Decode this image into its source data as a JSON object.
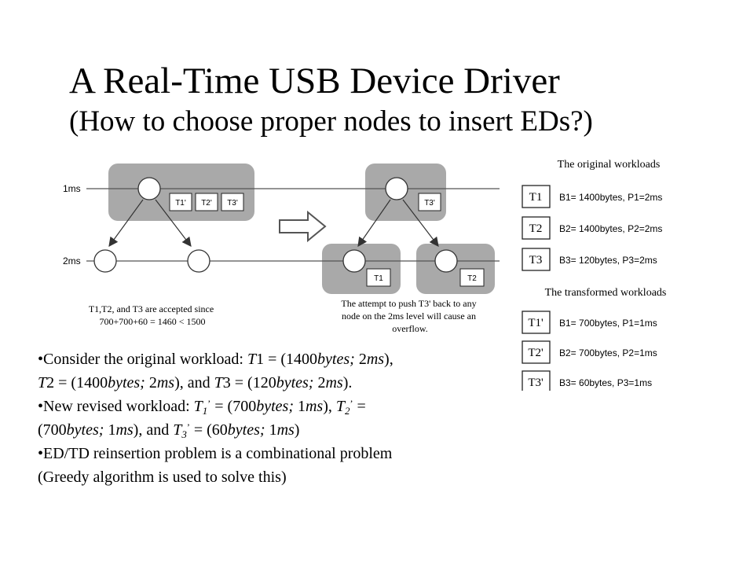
{
  "title": {
    "line1": "A Real-Time USB Device Driver",
    "line2": "(How to choose proper nodes to insert EDs?)"
  },
  "diagram": {
    "level_1ms": "1ms",
    "level_2ms": "2ms",
    "left_tasks": [
      "T1'",
      "T2'",
      "T3'"
    ],
    "right_top_task": "T3'",
    "right_left_task": "T1",
    "right_right_task": "T2",
    "left_caption": [
      "T1,T2, and T3 are accepted since",
      "700+700+60 = 1460 < 1500"
    ],
    "right_caption": [
      "The attempt to push T3' back to any",
      "node on the 2ms level will cause an",
      "overflow."
    ]
  },
  "workloads": {
    "original_title": "The original workloads",
    "original": [
      {
        "task": "T1",
        "desc": "B1= 1400bytes, P1=2ms"
      },
      {
        "task": "T2",
        "desc": "B2= 1400bytes, P2=2ms"
      },
      {
        "task": "T3",
        "desc": "B3= 120bytes, P3=2ms"
      }
    ],
    "transformed_title": "The transformed workloads",
    "transformed": [
      {
        "task": "T1'",
        "desc": "B1= 700bytes, P1=1ms"
      },
      {
        "task": "T2'",
        "desc": "B2= 700bytes, P2=1ms"
      },
      {
        "task": "T3'",
        "desc": "B3= 60bytes, P3=1ms"
      }
    ]
  },
  "bullets": {
    "b1": {
      "bullet": "•",
      "pre": "Consider the original workload: ",
      "t1": "T",
      "t1n": "1 = (1400",
      "t1u": "bytes;",
      "t1v": " 2",
      "t1ms": "ms",
      "t1end": "),",
      "t2": "T",
      "t2n": "2 = (1400",
      "t2u": "bytes;",
      "t2v": " 2",
      "t2ms": "ms",
      "t2end": "), and ",
      "t3": "T",
      "t3n": "3 = (120",
      "t3u": "bytes;",
      "t3v": " 2",
      "t3ms": "ms",
      "t3end": ")."
    },
    "b2": {
      "bullet": "•",
      "pre": "New revised workload: ",
      "t1": "T",
      "s1": "1",
      "q1": "’",
      "v1a": " = (700",
      "u1": "bytes;",
      "v1b": " 1",
      "m1": "ms",
      "e1": "), ",
      "t2": "T",
      "s2": "2",
      "q2": "’",
      "v2a": " =",
      "v2b": "(700",
      "u2": "bytes;",
      "v2c": " 1",
      "m2": "ms",
      "e2": "), and ",
      "t3": "T",
      "s3": "3",
      "q3": "’",
      "v3a": " = (60",
      "u3": "bytes;",
      "v3b": " 1",
      "m3": "ms",
      "e3": ")"
    },
    "b3": {
      "bullet": "•",
      "line1": "ED/TD reinsertion problem is a combinational problem",
      "line2": "(Greedy algorithm is used to solve this)"
    }
  },
  "colors": {
    "group_fill": "#a9a9a9",
    "stroke": "#555555",
    "box_stroke": "#222222"
  }
}
